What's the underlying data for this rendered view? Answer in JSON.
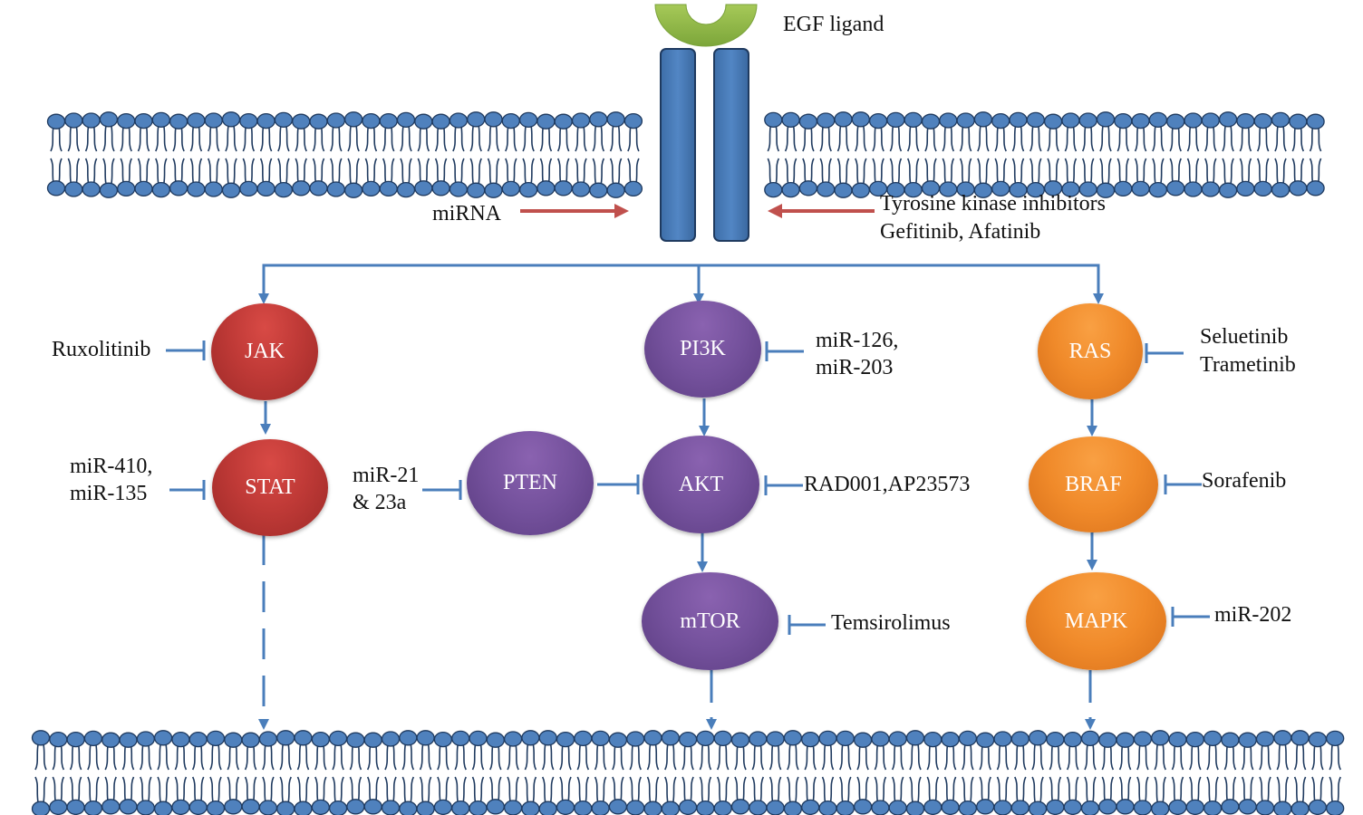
{
  "figure": {
    "ligand_label": "EGF ligand",
    "mirna_label": "miRNA",
    "tki_label_line1": "Tyrosine kinase inhibitors",
    "tki_label_line2": "Gefitinib, Afatinib"
  },
  "colors": {
    "membrane_head": "#4f81bd",
    "membrane_outline": "#1f3a5f",
    "connector": "#4a7ebb",
    "activation_arrow": "#c0504d",
    "receptor": "#4f81bd",
    "ligand": "#8db543",
    "jak_stat_nodes": "#c03a37",
    "pi3k_nodes": "#74519c",
    "ras_nodes": "#f08a2a"
  },
  "pathways": {
    "jak_stat": {
      "nodes": [
        "JAK",
        "STAT"
      ],
      "inhibitors": {
        "jak": "Ruxolitinib",
        "stat_line1": "miR-410,",
        "stat_line2": "miR-135"
      }
    },
    "pi3k_akt": {
      "nodes": [
        "PI3K",
        "AKT",
        "mTOR",
        "PTEN"
      ],
      "inhibitors": {
        "pi3k_line1": "miR-126,",
        "pi3k_line2": "miR-203",
        "akt": "RAD001,AP23573",
        "mtor": "Temsirolimus",
        "pten_line1": "miR-21",
        "pten_line2": "& 23a"
      }
    },
    "ras_mapk": {
      "nodes": [
        "RAS",
        "BRAF",
        "MAPK"
      ],
      "inhibitors": {
        "ras_line1": "Seluetinib",
        "ras_line2": "Trametinib",
        "braf": "Sorafenib",
        "mapk": "miR-202"
      }
    }
  }
}
